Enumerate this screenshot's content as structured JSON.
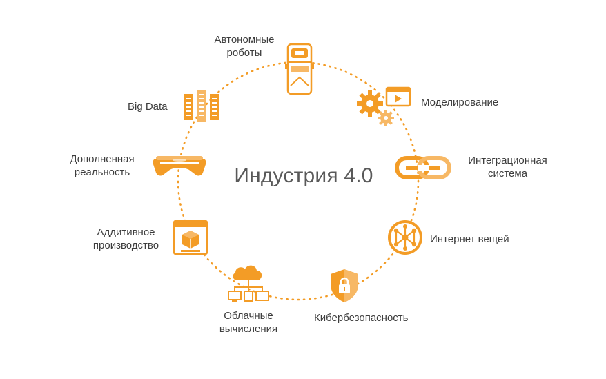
{
  "diagram": {
    "center_title": "Индустрия 4.0",
    "accent_color": "#F39C26",
    "nodes": [
      {
        "id": "autonomous-robots",
        "label": "Автономные роботы",
        "icon": "truck-icon"
      },
      {
        "id": "modeling",
        "label": "Моделирование",
        "icon": "gears-icon"
      },
      {
        "id": "integration-system",
        "label": "Интеграционная система",
        "icon": "chain-link-icon"
      },
      {
        "id": "internet-of-things",
        "label": "Интернет вещей",
        "icon": "network-globe-icon"
      },
      {
        "id": "cybersecurity",
        "label": "Кибербезопасность",
        "icon": "shield-lock-icon"
      },
      {
        "id": "cloud-computing",
        "label": "Облачные вычисления",
        "icon": "cloud-icon"
      },
      {
        "id": "additive-manufacturing",
        "label": "Аддитивное производство",
        "icon": "3d-printer-icon"
      },
      {
        "id": "augmented-reality",
        "label": "Дополненная реальность",
        "icon": "vr-headset-icon"
      },
      {
        "id": "big-data",
        "label": "Big Data",
        "icon": "server-rack-icon"
      }
    ]
  }
}
